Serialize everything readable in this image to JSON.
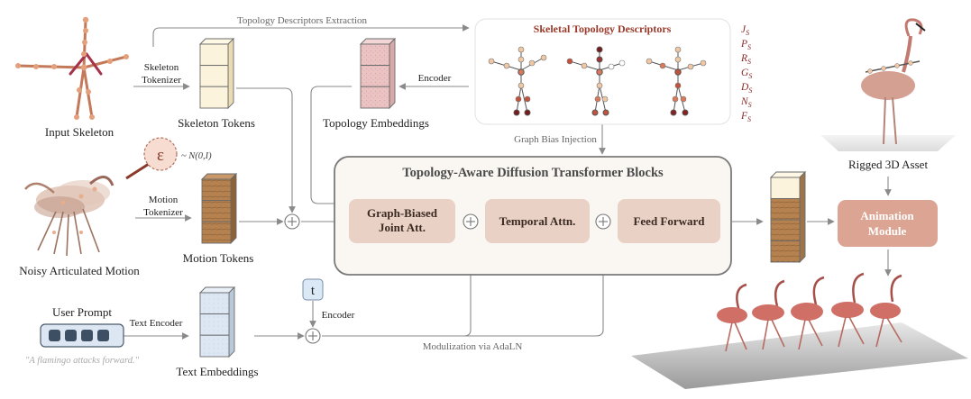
{
  "labels": {
    "topology_extraction": "Topology Descriptors Extraction",
    "skeletal_descriptors_title": "Skeletal Topology Descriptors",
    "input_skeleton": "Input Skeleton",
    "skeleton_tokenizer_l1": "Skeleton",
    "skeleton_tokenizer_l2": "Tokenizer",
    "skeleton_tokens": "Skeleton Tokens",
    "encoder_top": "Encoder",
    "topology_embeddings": "Topology Embeddings",
    "graph_bias_injection": "Graph Bias Injection",
    "noise_symbol": "ε",
    "noise_dist": "~ N(0,I)",
    "noisy_motion": "Noisy Articulated Motion",
    "motion_tokenizer_l1": "Motion",
    "motion_tokenizer_l2": "Tokenizer",
    "motion_tokens": "Motion Tokens",
    "transformer_title": "Topology-Aware Diffusion Transformer Blocks",
    "graph_biased_l1": "Graph-Biased",
    "graph_biased_l2": "Joint Att.",
    "temporal_attn": "Temporal Attn.",
    "feed_forward": "Feed Forward",
    "timestep": "t",
    "encoder_t": "Encoder",
    "user_prompt": "User Prompt",
    "text_encoder": "Text Encoder",
    "text_embeddings": "Text Embeddings",
    "prompt_example": "\"A flamingo attacks forward.\"",
    "modulization": "Modulization via AdaLN",
    "rigged_asset": "Rigged 3D Asset",
    "animation_module_l1": "Animation",
    "animation_module_l2": "Module"
  },
  "descriptors": [
    {
      "main": "J",
      "sub": "S"
    },
    {
      "main": "P",
      "sub": "S"
    },
    {
      "main": "R",
      "sub": "S"
    },
    {
      "main": "G",
      "sub": "S"
    },
    {
      "main": "D",
      "sub": "S"
    },
    {
      "main": "N",
      "sub": "S"
    },
    {
      "main": "F",
      "sub": "S"
    }
  ],
  "colors": {
    "block_fill": "#ead1c6",
    "module_fill": "#dca593",
    "transformer_fill": "#faf6f2",
    "skeleton_token": "#fbf3dc",
    "topology_token": "#ebc3c3",
    "motion_token": "#b5824f",
    "text_token": "#dce7f3",
    "line": "#8a8a8a"
  },
  "icons": [
    "plus-circle-icon",
    "noise-epsilon-icon",
    "flamingo-figure-icon",
    "skeleton-figure-icon"
  ]
}
